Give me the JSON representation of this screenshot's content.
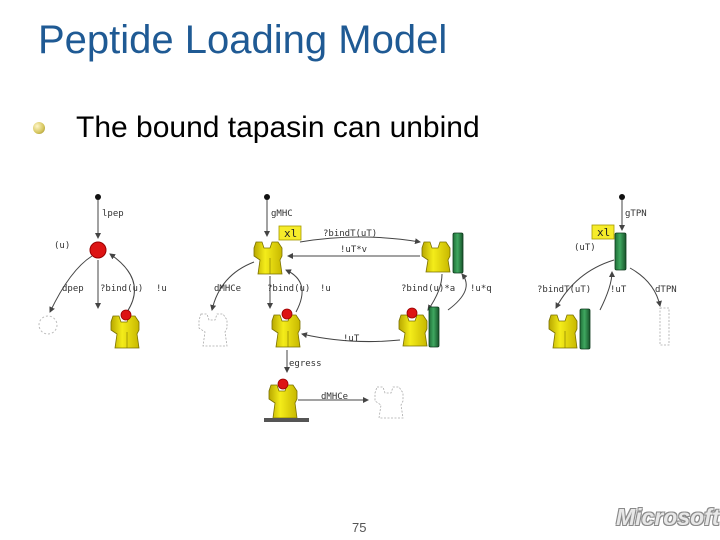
{
  "slide": {
    "title": "Peptide Loading Model",
    "bullet": "The bound tapasin can unbind",
    "page_number": "75",
    "logo_text": "Microsoft"
  },
  "diagram": {
    "labels": {
      "lpep": "lpep",
      "u": "(u)",
      "dpep": "dpep",
      "bind_u_left": "?bind(u)",
      "nu_left": "!u",
      "gmhc": "gMHC",
      "bind_t": "?bindT(uT)",
      "u_star_v": "!uT*v",
      "xl_left": "xl",
      "dmhc": "dMHCe",
      "bind_u_mid": "?bind(u)",
      "nu_mid": "!u",
      "bind_a": "?bind(u)*a",
      "uq": "!u*q",
      "ut_mid": "!uT",
      "egress": "egress",
      "dmhc2": "dMHCe",
      "gtpn": "gTPN",
      "xl_right": "xl",
      "ut_right": "(uT)",
      "bindt_right": "?bindT(uT)",
      "nut_right": "!uT",
      "dtpn": "dTPN"
    }
  }
}
